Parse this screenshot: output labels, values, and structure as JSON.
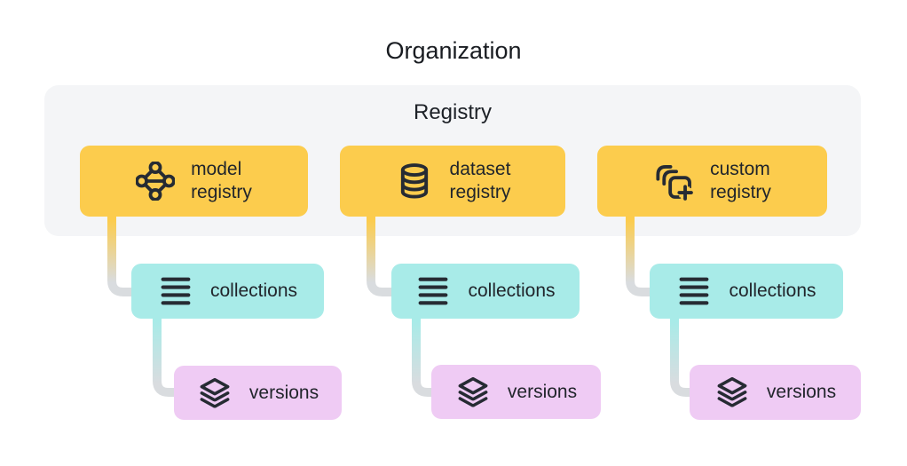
{
  "diagram": {
    "title": "Organization",
    "registry_container": {
      "label": "Registry"
    },
    "columns": [
      {
        "registry": {
          "line1": "model",
          "line2": "registry",
          "icon": "model-registry-icon"
        },
        "collections": {
          "label": "collections",
          "icon": "list-icon"
        },
        "versions": {
          "label": "versions",
          "icon": "stack-icon"
        }
      },
      {
        "registry": {
          "line1": "dataset",
          "line2": "registry",
          "icon": "database-icon"
        },
        "collections": {
          "label": "collections",
          "icon": "list-icon"
        },
        "versions": {
          "label": "versions",
          "icon": "stack-icon"
        }
      },
      {
        "registry": {
          "line1": "custom",
          "line2": "registry",
          "icon": "copy-add-icon"
        },
        "collections": {
          "label": "collections",
          "icon": "list-icon"
        },
        "versions": {
          "label": "versions",
          "icon": "stack-icon"
        }
      }
    ],
    "colors": {
      "registry_box": "#fccc4d",
      "collections_box": "#a8ebe8",
      "versions_box": "#efcbf4",
      "container_background": "#f4f5f7",
      "connector_gray": "#d9dcdf",
      "ink": "#262b33"
    }
  }
}
